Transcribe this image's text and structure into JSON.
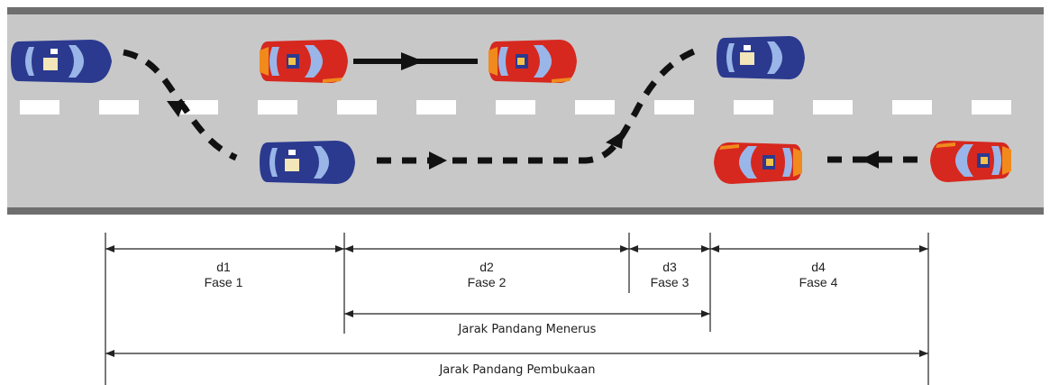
{
  "colors": {
    "road": "#c8c8c8",
    "road_edge": "#6f6f6f",
    "lane_marking": "#ffffff",
    "car_blue": "#2b3a8f",
    "car_red": "#d6281f",
    "car_orange": "#f08a1c",
    "path": "#111111",
    "dimension_line": "#222222"
  },
  "phases": [
    {
      "distance": "d1",
      "phase": "Fase 1"
    },
    {
      "distance": "d2",
      "phase": "Fase 2"
    },
    {
      "distance": "d3",
      "phase": "Fase 3"
    },
    {
      "distance": "d4",
      "phase": "Fase 4"
    }
  ],
  "spans": {
    "continuous": "Jarak Pandang Menerus",
    "opening": "Jarak Pandang Pembukaan"
  },
  "cars": [
    {
      "name": "overtaking-car-start",
      "color": "blue",
      "direction": "right"
    },
    {
      "name": "leading-car-start",
      "color": "red",
      "direction": "right"
    },
    {
      "name": "leading-car-end",
      "color": "red",
      "direction": "right"
    },
    {
      "name": "overtaking-car-end",
      "color": "blue",
      "direction": "right"
    },
    {
      "name": "overtaking-car-opposite-lane",
      "color": "blue",
      "direction": "right"
    },
    {
      "name": "oncoming-car-near",
      "color": "red",
      "direction": "left"
    },
    {
      "name": "oncoming-car-far",
      "color": "red",
      "direction": "left"
    }
  ],
  "icons": {
    "car": "car-topview-icon",
    "arrow": "arrowhead-icon"
  }
}
